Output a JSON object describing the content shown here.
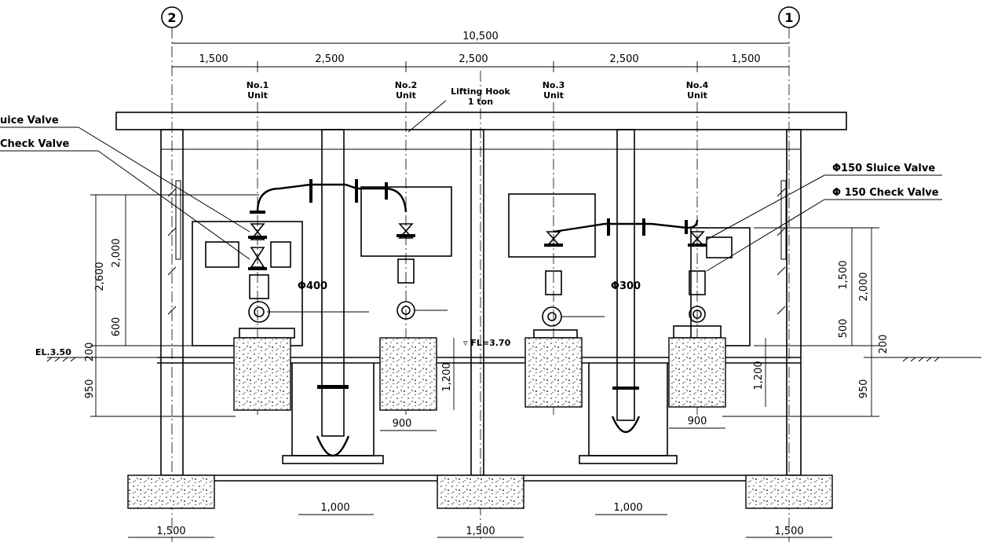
{
  "grid": {
    "left": "2",
    "right": "1"
  },
  "dims_top": {
    "overall": "10,500",
    "bays": [
      "1,500",
      "2,500",
      "2,500",
      "2,500",
      "1,500"
    ]
  },
  "units": [
    {
      "name": "No.1",
      "sub": "Unit"
    },
    {
      "name": "No.2",
      "sub": "Unit"
    },
    {
      "name": "No.3",
      "sub": "Unit"
    },
    {
      "name": "No.4",
      "sub": "Unit"
    }
  ],
  "hook": {
    "line1": "Lifting Hook",
    "line2": "1 ton"
  },
  "callouts": {
    "left_sluice": "uice Valve",
    "left_check": "Check Valve",
    "right_sluice": "Φ150 Sluice Valve",
    "right_check": "Φ 150 Check Valve"
  },
  "pipes": {
    "left": "Φ400",
    "right": "Φ300"
  },
  "levels": {
    "el": "EL.3.50",
    "fl": "▿ FL=3.70"
  },
  "left_dims": {
    "d2600": "2,600",
    "d2000": "2,000",
    "d600": "600",
    "d200": "200",
    "d950": "950"
  },
  "right_dims": {
    "d1500": "1,500",
    "d2000": "2,000",
    "d500": "500",
    "d200": "200",
    "d950": "950"
  },
  "found_dims": {
    "h1200a": "1,200",
    "h1200b": "1,200",
    "w900a": "900",
    "w900b": "900"
  },
  "bottom_dims": {
    "pit1": "1,000",
    "pit2": "1,000",
    "f1": "1,500",
    "f2": "1,500",
    "f3": "1,500"
  }
}
